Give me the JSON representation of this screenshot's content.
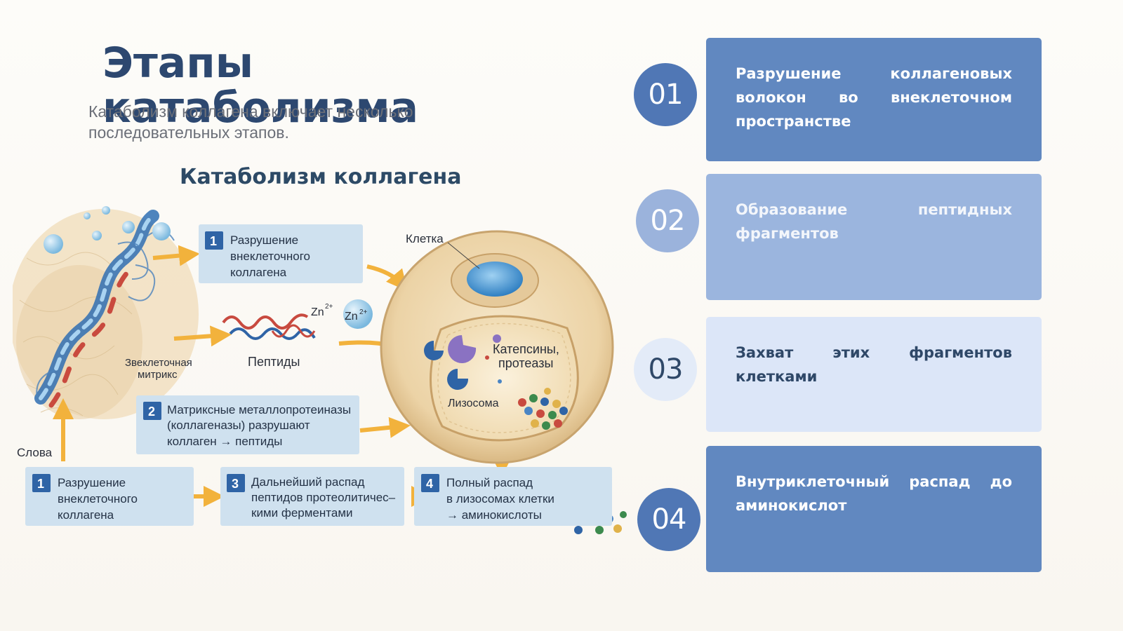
{
  "header": {
    "title": "Этапы катаболизма",
    "subtitle": "Катаболизм коллагена включает несколько последовательных этапов."
  },
  "figure": {
    "heading": "Катаболизм коллагена",
    "labels": {
      "cell": "Клетка",
      "matrix_line1": "Звеклеточная",
      "matrix_line2": "митрикс",
      "peptides": "Пептиды",
      "zn1": "Zn",
      "zn1_sup": "2+",
      "zn2": "Zn",
      "zn2_sup": "2+",
      "cathepsins_line1": "Катепсины,",
      "cathepsins_line2": "протеазы",
      "lysosome": "Лизосома",
      "words": "Слова"
    },
    "boxes": [
      {
        "num": "1",
        "lines": [
          "Разрушение",
          "внеклеточного",
          "коллагена"
        ]
      },
      {
        "num": "2",
        "lines": [
          "Матриксные металлопротеиназы",
          "(коллагеназы) разрушают",
          "коллаген → пептиды"
        ]
      },
      {
        "num": "1",
        "lines": [
          "Разрушение",
          "внеклеточного",
          "коллагена"
        ]
      },
      {
        "num": "3",
        "lines": [
          "Дальнейший распад",
          "пептидов протеолитичес–",
          "кими ферментами"
        ]
      },
      {
        "num": "4",
        "lines": [
          "Полный распад",
          "в лизосомах клетки",
          "→ аминокислоты"
        ]
      }
    ]
  },
  "steps": [
    {
      "num": "01",
      "text": "Разрушение коллагеновых волокон во внеклеточном пространстве",
      "bg": "#6188c0",
      "fg": "#ffffff",
      "circle_bg": "#5077b5",
      "circle_fg": "#ffffff"
    },
    {
      "num": "02",
      "text": "Образование пептидных фрагментов",
      "bg": "#9bb5de",
      "fg": "#f3f6fb",
      "circle_bg": "#9bb3dc",
      "circle_fg": "#ffffff"
    },
    {
      "num": "03",
      "text": "Захват этих фрагментов клетками",
      "bg": "#dce6f8",
      "fg": "#2f4868",
      "circle_bg": "#e3ebf8",
      "circle_fg": "#2f4868"
    },
    {
      "num": "04",
      "text": "Внутриклеточный распад до аминокислот",
      "bg": "#6188c0",
      "fg": "#ffffff",
      "circle_bg": "#5077b5",
      "circle_fg": "#ffffff"
    }
  ]
}
